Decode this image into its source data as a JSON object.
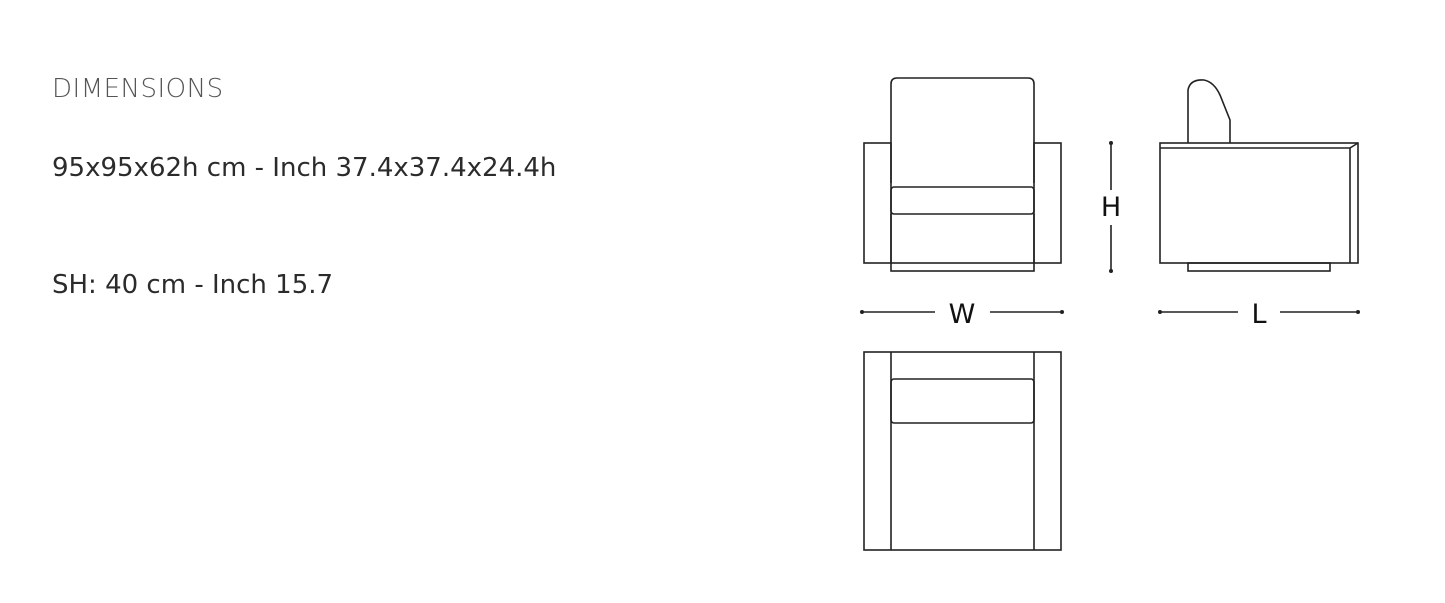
{
  "heading": "DIMENSIONS",
  "dimensions_text": "95x95x62h cm - Inch 37.4x37.4x24.4h",
  "seat_height_text": "SH: 40 cm - Inch 15.7",
  "diagram": {
    "height_label": "H",
    "width_label": "W",
    "length_label": "L"
  },
  "colors": {
    "line": "#222222",
    "text": "#2b2b2b",
    "heading": "#555555"
  }
}
